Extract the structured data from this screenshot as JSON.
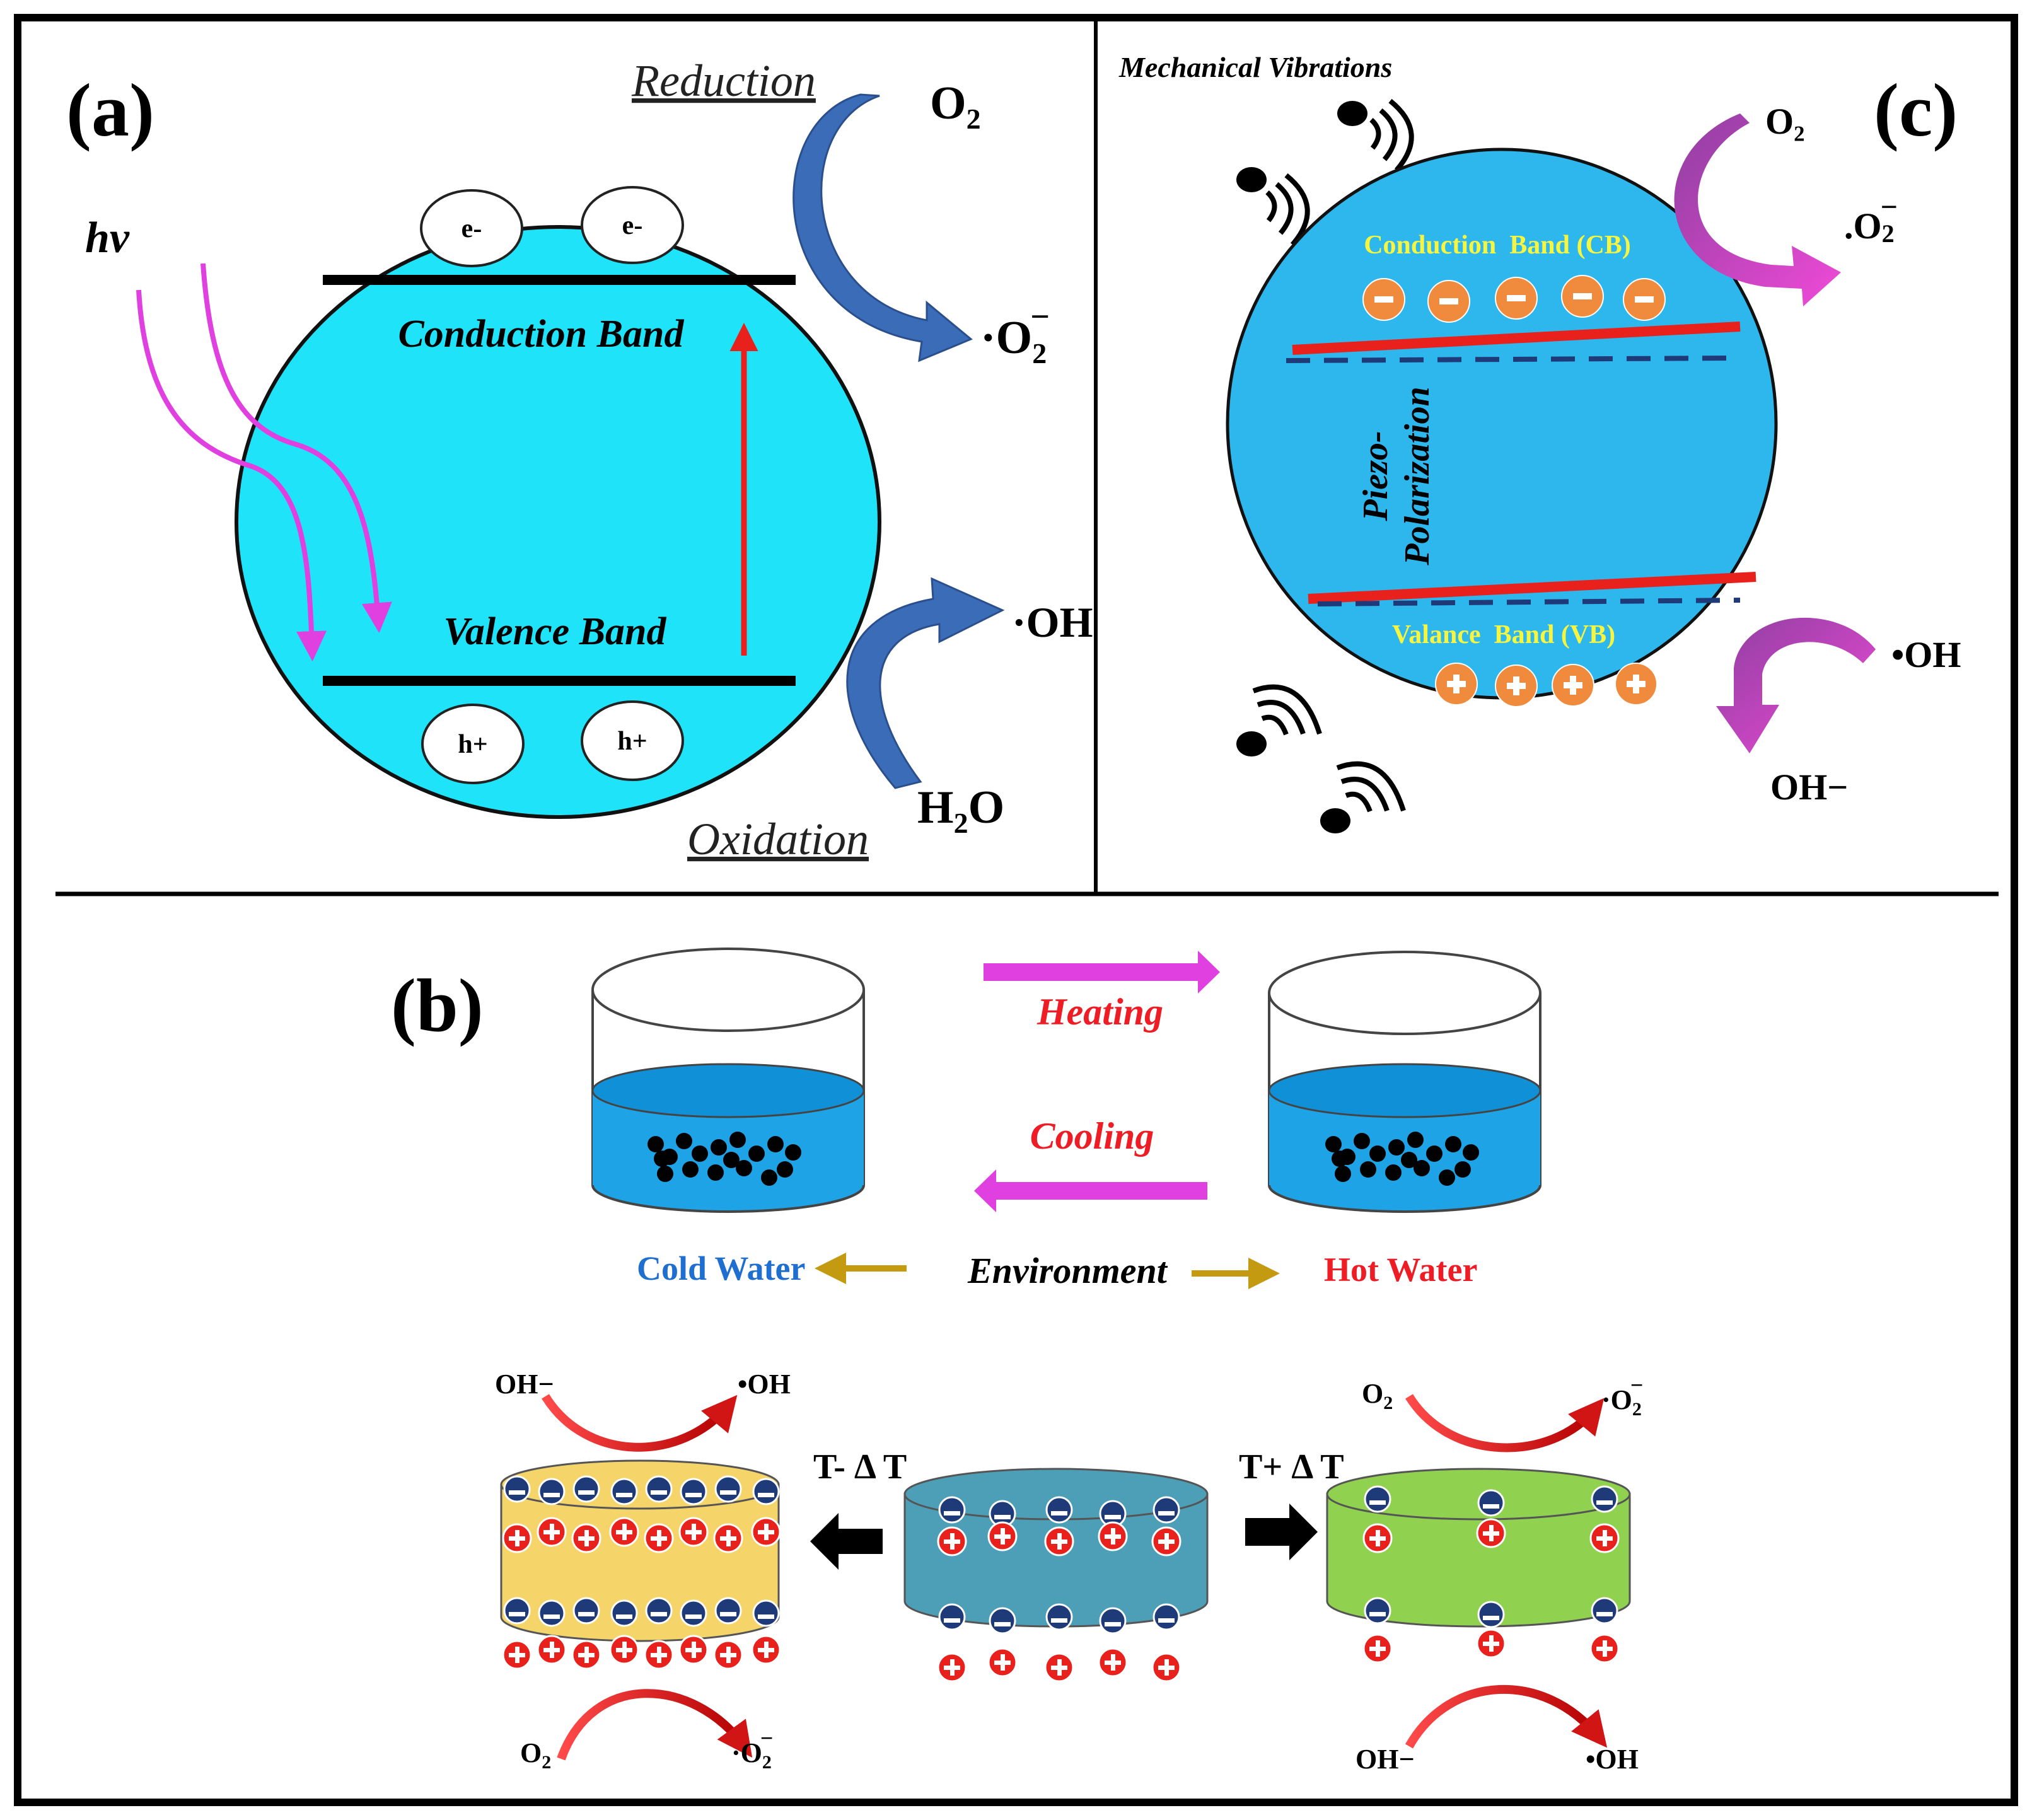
{
  "panel_a": {
    "label": "(a)",
    "photon": "hv",
    "reduction": "Reduction",
    "oxidation": "Oxidation",
    "conduction_band": "Conduction Band",
    "valence_band": "Valence Band",
    "electron": "e-",
    "hole": "h+",
    "o2_base": "O",
    "o2_sub": "2",
    "superoxide_base": "·O",
    "superoxide_sub": "2",
    "superoxide_sup": "−",
    "hydroxyl": "·OH",
    "water_h": "H",
    "water_sub": "2",
    "water_o": "O"
  },
  "panel_c": {
    "label": "(c)",
    "title": "Mechanical Vibrations",
    "cb_label": "Conduction  Band (CB)",
    "vb_label": "Valance  Band (VB)",
    "polarization_1": "Piezo-",
    "polarization_2": "Polarization",
    "o2": "O₂",
    "superoxide": ".O2̅",
    "hydroxyl": "•OH",
    "hydroxide": "OH−"
  },
  "panel_b": {
    "label": "(b)",
    "heating": "Heating",
    "cooling": "Cooling",
    "cold_water": "Cold Water",
    "environment": "Environment",
    "hot_water": "Hot Water",
    "t_minus": "T- Δ T",
    "t_plus": "T+ Δ T",
    "left_top_in": "OH−",
    "left_top_out": "•OH",
    "left_bottom_in_base": "O",
    "left_bottom_in_sub": "2",
    "left_bottom_out_base": "·O",
    "left_bottom_out_sub": "2",
    "left_bottom_out_sup": "−",
    "right_top_in_base": "O",
    "right_top_in_sub": "2",
    "right_top_out_base": "·O",
    "right_top_out_sub": "2",
    "right_top_out_sup": "−",
    "right_bottom_in": "OH−",
    "right_bottom_out": "•OH"
  },
  "colors": {
    "sphere_a": "#1FE3F8",
    "sphere_c": "#2EB7EC",
    "band_red": "#E8211D",
    "magenta": "#E040E0",
    "blue_arrow": "#3B6CB8",
    "orange_charge": "#F08A3C",
    "yellow_label": "#F5F542",
    "water": "#1EA3E6",
    "gold_arrow": "#C49A10",
    "disk_yellow": "#F5D56A",
    "disk_teal": "#4D9FB8",
    "disk_green": "#90D14F",
    "navy": "#1F3A78",
    "red_text": "#EE1C24",
    "blue_text": "#1E6FD0"
  }
}
